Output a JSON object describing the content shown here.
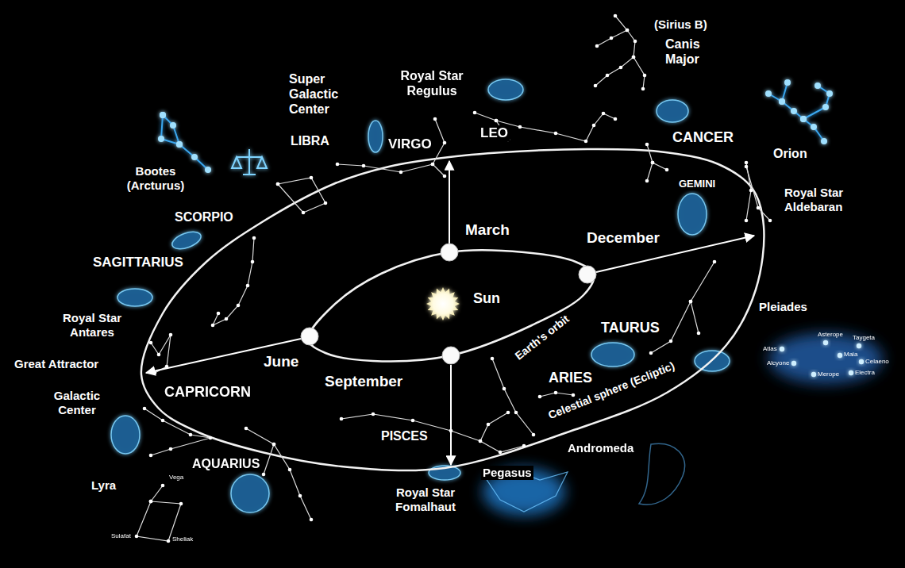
{
  "diagram": {
    "labels": [
      "(Sirius B)",
      "Canis Major",
      "Super Galactic Center",
      "Royal Star Regulus",
      "VIRGO",
      "LEO",
      "CANCER",
      "Orion",
      "LIBRA",
      "Bootes (Arcturus)",
      "GEMINI",
      "Royal Star Aldebaran",
      "SCORPIO",
      "March",
      "December",
      "SAGITTARIUS",
      "Sun",
      "Royal Star Antares",
      "Earth's orbit",
      "TAURUS",
      "Pleiades",
      "June",
      "Great Attractor",
      "September",
      "ARIES",
      "Celestial sphere (Ecliptic)",
      "Galactic Center",
      "CAPRICORN",
      "AQUARIUS",
      "PISCES",
      "Andromeda",
      "Pegasus",
      "Lyra",
      "Royal Star Fomalhaut",
      "Vega",
      "Sulafat",
      "Sheliak",
      "Asterope",
      "Taygeta",
      "Maia",
      "Celaeno",
      "Alcyone",
      "Atlas",
      "Electra",
      "Merope"
    ]
  }
}
